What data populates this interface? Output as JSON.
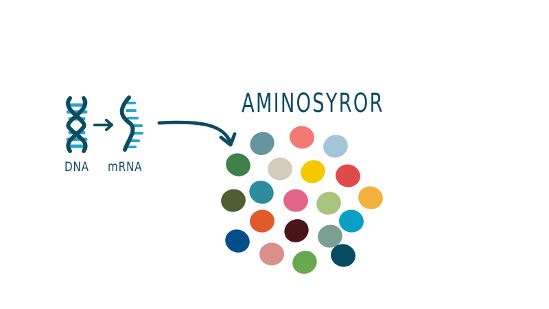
{
  "title": "AMINOSYROR",
  "labels": {
    "dna": "DNA",
    "mrna": "mRNA"
  },
  "colors": {
    "strand": "#0d4c61",
    "rungs": "#29a6cf"
  },
  "icons": [
    "dna-helix-icon",
    "arrow-right-icon",
    "mrna-strand-icon",
    "curved-arrow-icon"
  ],
  "amino_acid_colors": [
    "#67959f",
    "#f47b74",
    "#a3c6d8",
    "#3f7f4a",
    "#d3cbbd",
    "#f5c800",
    "#e04a48",
    "#4e5e32",
    "#2e8c9e",
    "#e2658a",
    "#a8c47f",
    "#f3b03a",
    "#e15a2b",
    "#4a1418",
    "#0aa0c5",
    "#7d9e92",
    "#044d8c",
    "#d98f8a",
    "#6aa84f",
    "#064b62"
  ]
}
